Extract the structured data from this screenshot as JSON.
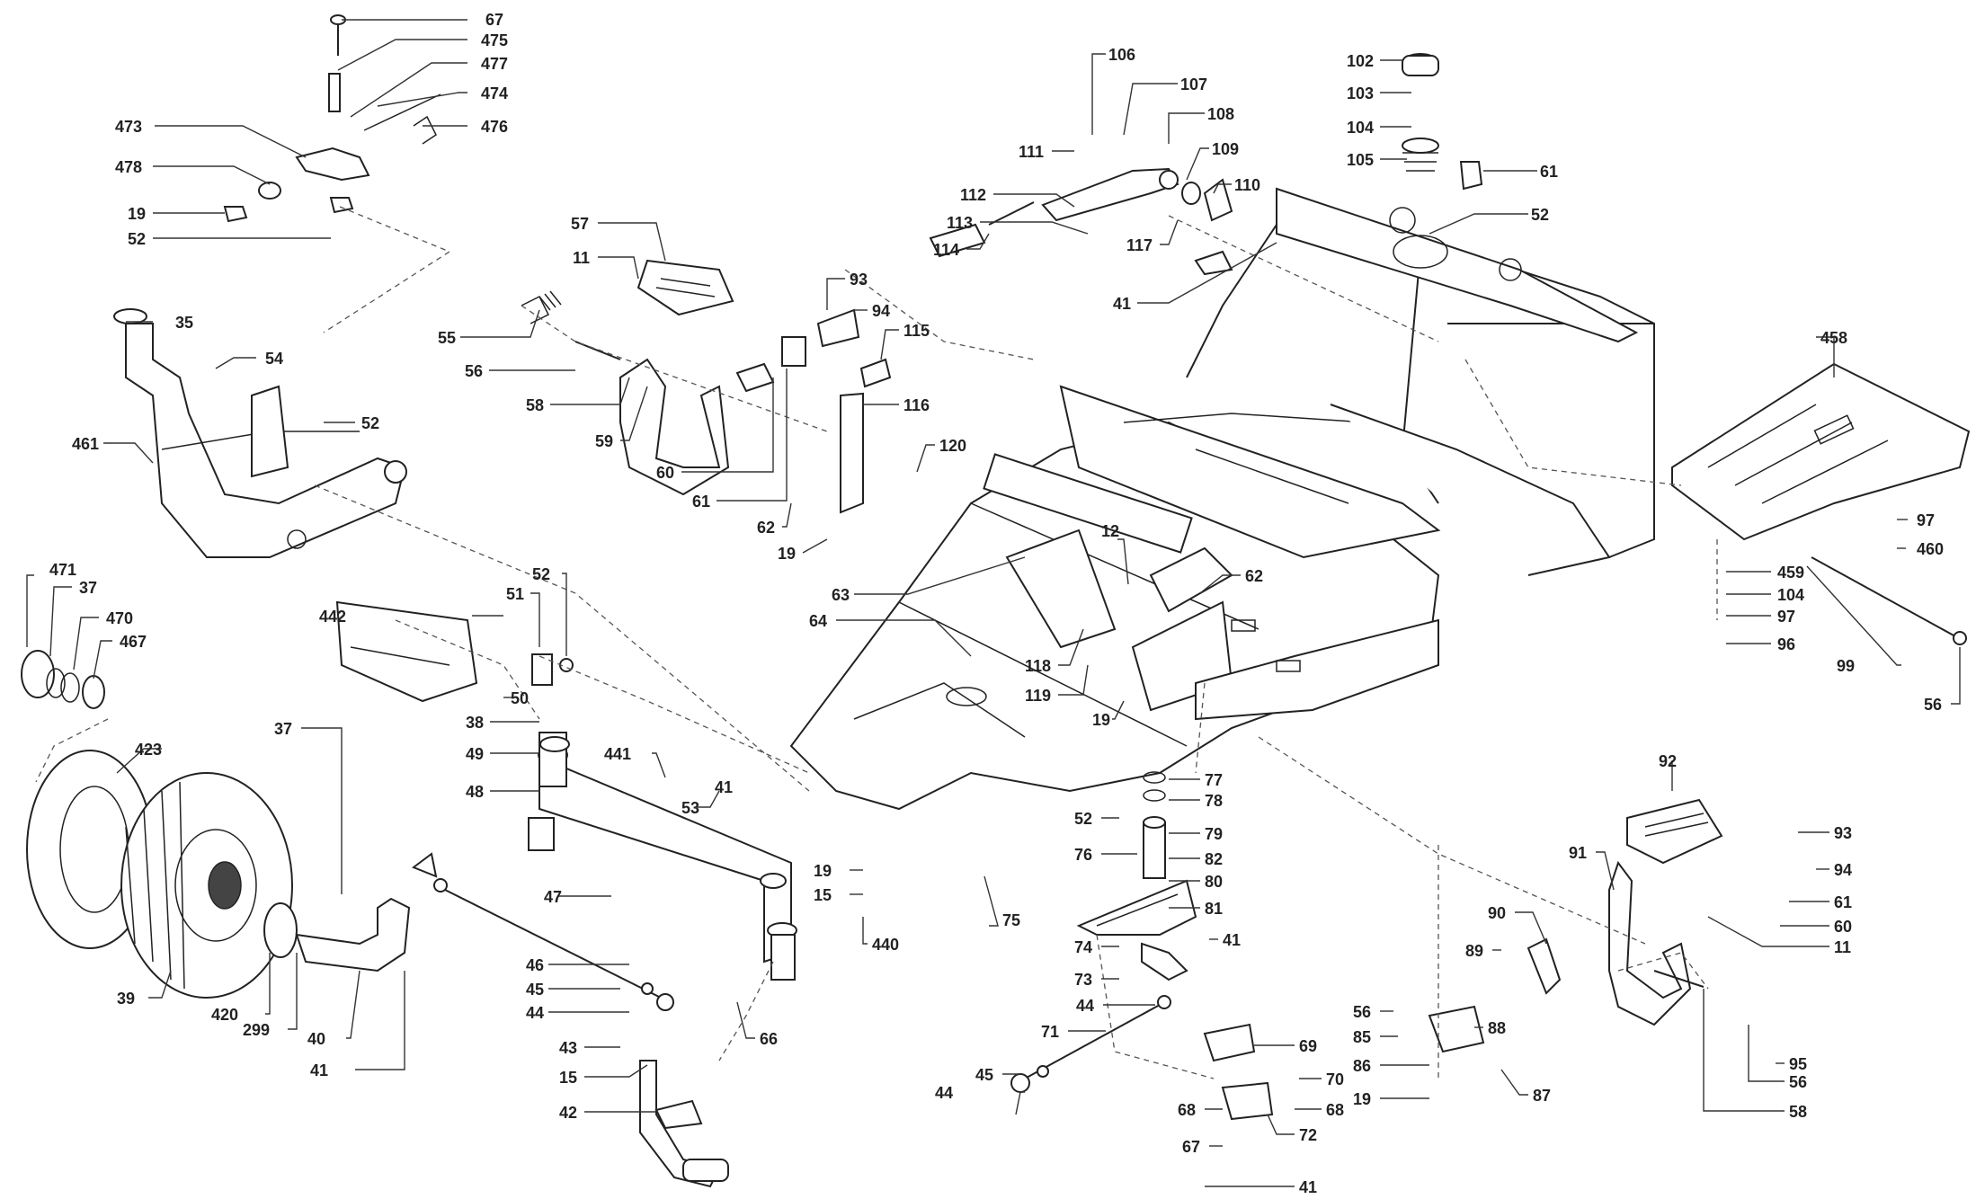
{
  "diagram": {
    "colors": {
      "line": "#222222",
      "background": "#ffffff",
      "leader": "#333333"
    },
    "callouts": [
      {
        "label": "67"
      },
      {
        "label": "475"
      },
      {
        "label": "477"
      },
      {
        "label": "474"
      },
      {
        "label": "473"
      },
      {
        "label": "476"
      },
      {
        "label": "478"
      },
      {
        "label": "19"
      },
      {
        "label": "52"
      },
      {
        "label": "35"
      },
      {
        "label": "54"
      },
      {
        "label": "52"
      },
      {
        "label": "461"
      },
      {
        "label": "471"
      },
      {
        "label": "37"
      },
      {
        "label": "470"
      },
      {
        "label": "467"
      },
      {
        "label": "423"
      },
      {
        "label": "39"
      },
      {
        "label": "420"
      },
      {
        "label": "299"
      },
      {
        "label": "40"
      },
      {
        "label": "41"
      },
      {
        "label": "37"
      },
      {
        "label": "442"
      },
      {
        "label": "51"
      },
      {
        "label": "52"
      },
      {
        "label": "50"
      },
      {
        "label": "38"
      },
      {
        "label": "49"
      },
      {
        "label": "48"
      },
      {
        "label": "441"
      },
      {
        "label": "53"
      },
      {
        "label": "41"
      },
      {
        "label": "47"
      },
      {
        "label": "19"
      },
      {
        "label": "15"
      },
      {
        "label": "440"
      },
      {
        "label": "46"
      },
      {
        "label": "45"
      },
      {
        "label": "44"
      },
      {
        "label": "43"
      },
      {
        "label": "15"
      },
      {
        "label": "42"
      },
      {
        "label": "66"
      },
      {
        "label": "57"
      },
      {
        "label": "11"
      },
      {
        "label": "55"
      },
      {
        "label": "56"
      },
      {
        "label": "58"
      },
      {
        "label": "59"
      },
      {
        "label": "60"
      },
      {
        "label": "61"
      },
      {
        "label": "93"
      },
      {
        "label": "94"
      },
      {
        "label": "115"
      },
      {
        "label": "116"
      },
      {
        "label": "62"
      },
      {
        "label": "19"
      },
      {
        "label": "120"
      },
      {
        "label": "106"
      },
      {
        "label": "107"
      },
      {
        "label": "108"
      },
      {
        "label": "111"
      },
      {
        "label": "109"
      },
      {
        "label": "112"
      },
      {
        "label": "110"
      },
      {
        "label": "113"
      },
      {
        "label": "117"
      },
      {
        "label": "114"
      },
      {
        "label": "102"
      },
      {
        "label": "103"
      },
      {
        "label": "104"
      },
      {
        "label": "105"
      },
      {
        "label": "61"
      },
      {
        "label": "52"
      },
      {
        "label": "41"
      },
      {
        "label": "12"
      },
      {
        "label": "62"
      },
      {
        "label": "63"
      },
      {
        "label": "64"
      },
      {
        "label": "118"
      },
      {
        "label": "119"
      },
      {
        "label": "19"
      },
      {
        "label": "75"
      },
      {
        "label": "458"
      },
      {
        "label": "97"
      },
      {
        "label": "460"
      },
      {
        "label": "459"
      },
      {
        "label": "104"
      },
      {
        "label": "97"
      },
      {
        "label": "96"
      },
      {
        "label": "99"
      },
      {
        "label": "56"
      },
      {
        "label": "77"
      },
      {
        "label": "78"
      },
      {
        "label": "52"
      },
      {
        "label": "79"
      },
      {
        "label": "76"
      },
      {
        "label": "82"
      },
      {
        "label": "80"
      },
      {
        "label": "81"
      },
      {
        "label": "74"
      },
      {
        "label": "41"
      },
      {
        "label": "73"
      },
      {
        "label": "44"
      },
      {
        "label": "71"
      },
      {
        "label": "45"
      },
      {
        "label": "44"
      },
      {
        "label": "69"
      },
      {
        "label": "70"
      },
      {
        "label": "68"
      },
      {
        "label": "68"
      },
      {
        "label": "67"
      },
      {
        "label": "72"
      },
      {
        "label": "41"
      },
      {
        "label": "92"
      },
      {
        "label": "93"
      },
      {
        "label": "91"
      },
      {
        "label": "94"
      },
      {
        "label": "61"
      },
      {
        "label": "90"
      },
      {
        "label": "60"
      },
      {
        "label": "89"
      },
      {
        "label": "11"
      },
      {
        "label": "56"
      },
      {
        "label": "88"
      },
      {
        "label": "85"
      },
      {
        "label": "86"
      },
      {
        "label": "87"
      },
      {
        "label": "19"
      },
      {
        "label": "95"
      },
      {
        "label": "56"
      },
      {
        "label": "58"
      }
    ]
  }
}
